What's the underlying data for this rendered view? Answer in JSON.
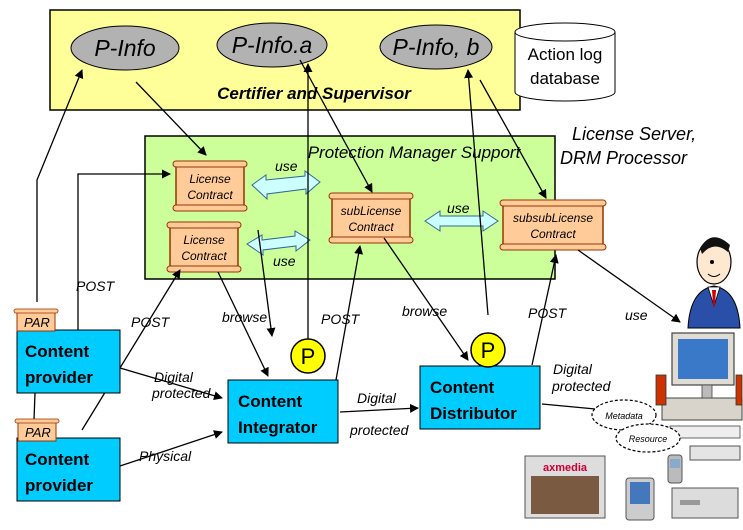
{
  "certifier": {
    "title": "Certifier and Supervisor",
    "pinfo": "P-Info",
    "pinfo_a": "P-Info.a",
    "pinfo_b": "P-Info, b",
    "db_line1": "Action log",
    "db_line2": "database"
  },
  "server": {
    "line1": "License Server,",
    "line2": "DRM Processor"
  },
  "pms": {
    "title": "Protection Manager Support",
    "lic1_line1": "License",
    "lic1_line2": "Contract",
    "lic2_line1": "License",
    "lic2_line2": "Contract",
    "sub_line1": "subLicense",
    "sub_line2": "Contract",
    "subsub_line1": "subsubLicense",
    "subsub_line2": "Contract",
    "use1": "use",
    "use2": "use",
    "use3": "use"
  },
  "actors": {
    "par1": "PAR",
    "par2": "PAR",
    "cp1_line1": "Content",
    "cp1_line2": "provider",
    "cp2_line1": "Content",
    "cp2_line2": "provider",
    "ci_line1": "Content",
    "ci_line2": "Integrator",
    "cd_line1": "Content",
    "cd_line2": "Distributor",
    "p1": "P",
    "p2": "P"
  },
  "labels": {
    "post1": "POST",
    "post2": "POST",
    "post3": "POST",
    "post4": "POST",
    "browse1": "browse",
    "browse2": "browse",
    "use_end": "use",
    "dp1_line1": "Digital",
    "dp1_line2": "protected",
    "physical": "Physical",
    "dp2_line1": "Digital",
    "dp2_line2": "protected",
    "dp3_line1": "Digital",
    "dp3_line2": "protected"
  },
  "device": {
    "metadata": "Metadata",
    "resource": "Resource",
    "brand": "axmedia"
  },
  "colors": {
    "certifier_fill": "#ffff99",
    "pms_fill": "#ccff99",
    "actor_fill": "#00ccff",
    "scroll_fill": "#ffcc99",
    "ellipse_fill": "#b2b2b2",
    "arrow_fill": "#ccffff",
    "badge_fill": "#ffff00"
  }
}
